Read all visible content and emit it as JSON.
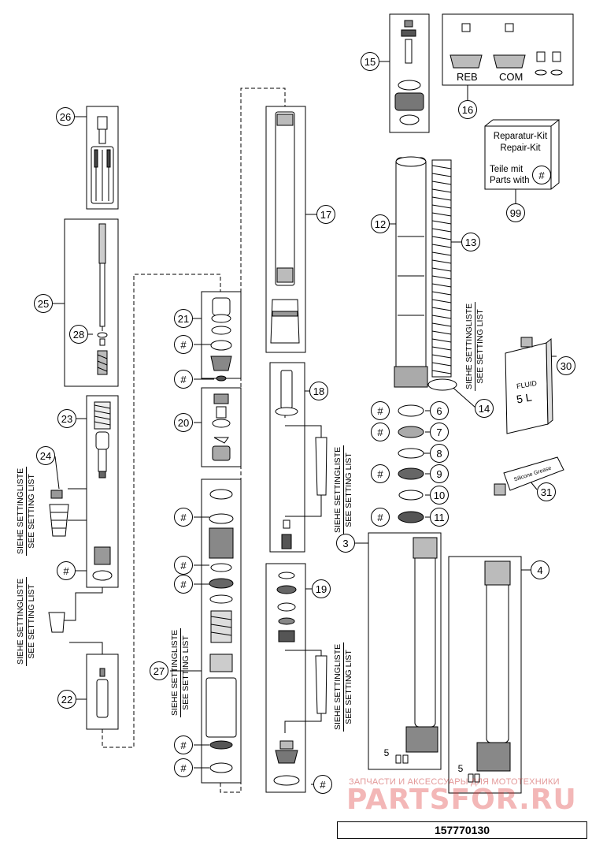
{
  "callouts": {
    "c3": "3",
    "c4": "4",
    "c5a": "5",
    "c5b": "5",
    "c6": "6",
    "c7": "7",
    "c8": "8",
    "c9": "9",
    "c10": "10",
    "c11": "11",
    "c12": "12",
    "c13": "13",
    "c14": "14",
    "c15": "15",
    "c16": "16",
    "c17": "17",
    "c18": "18",
    "c19": "19",
    "c20": "20",
    "c21": "21",
    "c22": "22",
    "c23": "23",
    "c24": "24",
    "c25": "25",
    "c26": "26",
    "c27": "27",
    "c28": "28",
    "c30": "30",
    "c31": "31",
    "c99": "99",
    "hash": "#"
  },
  "labels": {
    "reb": "REB",
    "com": "COM",
    "setting_de": "SIEHE SETTINGLISTE",
    "setting_en": "SEE SETTING LIST"
  },
  "kit": {
    "line1": "Reparatur-Kit",
    "line2": "Repair-Kit",
    "line3": "Teile mit",
    "line4": "Parts with",
    "symbol": "#"
  },
  "can": {
    "label1": "FLUID",
    "label2": "5 L"
  },
  "tube": {
    "label": "Silicone Grease"
  },
  "part_number": "157770130",
  "watermark": {
    "line1": "ЗАПЧАСТИ И АКСЕССУАРЫ ДЛЯ МОТОТЕХНИКИ",
    "line2": "PARTSFOR.RU"
  }
}
